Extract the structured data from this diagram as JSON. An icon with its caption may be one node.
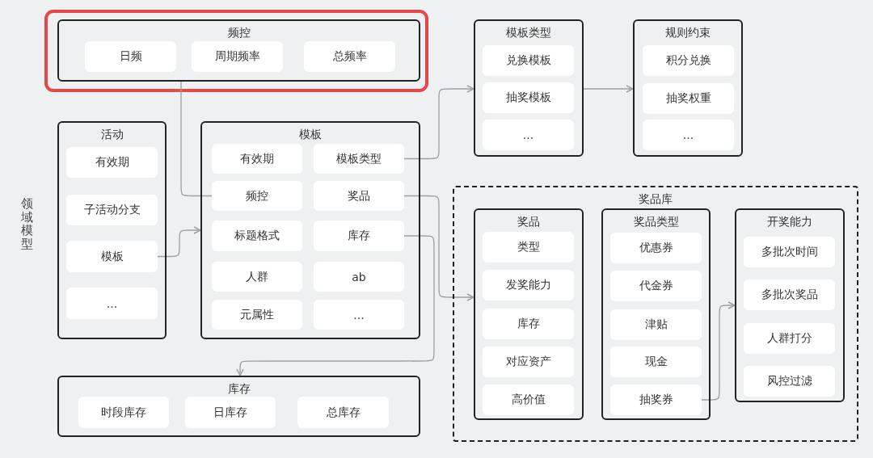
{
  "diagram": {
    "nodes": [
      {
        "text": [
          "频控"
        ]
      },
      {
        "text": [
          "日频"
        ],
        "in": 0
      },
      {
        "text": [
          "周期频率"
        ],
        "in": 0
      },
      {
        "text": [
          "总频率"
        ],
        "in": 0
      },
      {
        "text": [
          "模板类型"
        ]
      },
      {
        "text": [
          "兑换模板"
        ],
        "in": 4
      },
      {
        "text": [
          "抽奖模板"
        ],
        "in": 4
      },
      {
        "text": [
          "..."
        ],
        "in": 4
      },
      {
        "text": [
          "规则约束"
        ]
      },
      {
        "text": [
          "积分兑换"
        ],
        "in": 8
      },
      {
        "text": [
          "抽奖权重"
        ],
        "in": 8
      },
      {
        "text": [
          "..."
        ],
        "in": 8
      },
      {
        "text": [
          "活动"
        ]
      },
      {
        "text": [
          "有效期"
        ],
        "in": 12
      },
      {
        "text": [
          "子活动分支"
        ],
        "in": 12
      },
      {
        "text": [
          "模板"
        ],
        "in": 12
      },
      {
        "text": [
          "..."
        ],
        "in": 12
      },
      {
        "text": [
          "模板"
        ]
      },
      {
        "text": [
          "有效期"
        ],
        "in": 17
      },
      {
        "text": [
          "模板类型"
        ],
        "in": 17
      },
      {
        "text": [
          "频控"
        ],
        "in": 17
      },
      {
        "text": [
          "奖品"
        ],
        "in": 17
      },
      {
        "text": [
          "标题格式"
        ],
        "in": 17
      },
      {
        "text": [
          "库存"
        ],
        "in": 17
      },
      {
        "text": [
          "人群"
        ],
        "in": 17
      },
      {
        "text": [
          "ab"
        ],
        "in": 17
      },
      {
        "text": [
          "元属性"
        ],
        "in": 17
      },
      {
        "text": [
          "..."
        ],
        "in": 17
      },
      {
        "text": [
          "奖品库"
        ]
      },
      {
        "text": [
          "奖品"
        ],
        "in": 28
      },
      {
        "text": [
          "类型"
        ],
        "in": 29
      },
      {
        "text": [
          "发奖能力"
        ],
        "in": 29
      },
      {
        "text": [
          "库存"
        ],
        "in": 29
      },
      {
        "text": [
          "对应资产"
        ],
        "in": 29
      },
      {
        "text": [
          "高价值"
        ],
        "in": 29
      },
      {
        "text": [
          "奖品类型"
        ],
        "in": 28
      },
      {
        "text": [
          "优惠券"
        ],
        "in": 35
      },
      {
        "text": [
          "代金券"
        ],
        "in": 35
      },
      {
        "text": [
          "津贴"
        ],
        "in": 35
      },
      {
        "text": [
          "现金"
        ],
        "in": 35
      },
      {
        "text": [
          "抽奖券"
        ],
        "in": 35
      },
      {
        "text": [
          "开奖能力"
        ],
        "in": 28
      },
      {
        "text": [
          "多批次时间"
        ],
        "in": 41
      },
      {
        "text": [
          "多批次奖品"
        ],
        "in": 41
      },
      {
        "text": [
          "人群打分"
        ],
        "in": 41
      },
      {
        "text": [
          "风控过滤"
        ],
        "in": 41
      },
      {
        "text": [
          "库存"
        ]
      },
      {
        "text": [
          "时段库存"
        ],
        "in": 46
      },
      {
        "text": [
          "日库存"
        ],
        "in": 46
      },
      {
        "text": [
          "总库存"
        ],
        "in": 46
      }
    ],
    "edges": [
      {
        "from": 15,
        "to": 17,
        "arrow": "to"
      },
      {
        "from": 0,
        "to": 20,
        "arrow": "none"
      },
      {
        "from": 19,
        "to": 4,
        "arrow": "to"
      },
      {
        "from": 4,
        "to": 8,
        "arrow": "to"
      },
      {
        "from": 21,
        "to": 29,
        "arrow": "to"
      },
      {
        "from": 23,
        "to": 46,
        "arrow": "to"
      },
      {
        "from": 40,
        "to": 41,
        "arrow": "to"
      }
    ],
    "labels": [
      "领域模型"
    ]
  }
}
